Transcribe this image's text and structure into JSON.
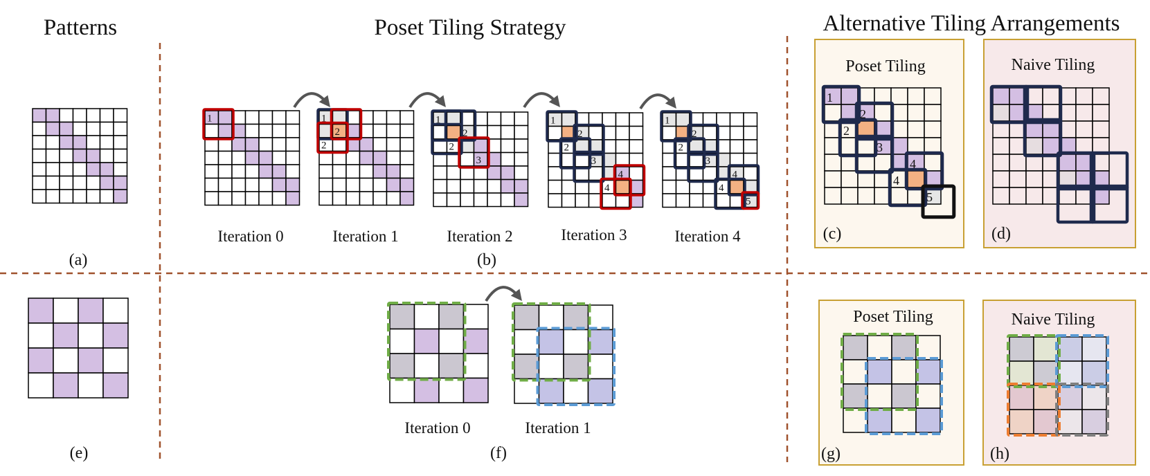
{
  "headings": {
    "patterns": "Patterns",
    "poset_strategy": "Poset Tiling Strategy",
    "alternatives": "Alternative Tiling Arrangements"
  },
  "iterations": [
    "Iteration 0",
    "Iteration 1",
    "Iteration 2",
    "Iteration 3",
    "Iteration 4"
  ],
  "checker_iterations": [
    "Iteration 0",
    "Iteration 1"
  ],
  "panel_labels": {
    "a": "(a)",
    "b": "(b)",
    "c": "(c)",
    "d": "(d)",
    "e": "(e)",
    "f": "(f)",
    "g": "(g)",
    "h": "(h)"
  },
  "panel_titles": {
    "c": "Poset Tiling",
    "d": "Naive Tiling",
    "g": "Poset Tiling",
    "h": "Naive Tiling"
  },
  "tile_numbers": [
    "1",
    "2",
    "3",
    "4",
    "5"
  ],
  "colors": {
    "pattern_cell": "#d4bfe3",
    "highlight_cell": "#f4b183",
    "visited_cell": "#e6e6e6",
    "active_tile": "#c00000",
    "done_tile": "#1f2a4d",
    "checker_tile_a": "#70ad47",
    "checker_tile_b": "#5b9bd5",
    "checker_tile_c": "#ed7d31",
    "checker_tile_d": "#7f7f7f",
    "poset_bg": "#fdf7ee",
    "poset_border": "#c8a033",
    "naive_bg": "#f7e9ea",
    "naive_border": "#c8a033",
    "divider": "#a0522d"
  }
}
